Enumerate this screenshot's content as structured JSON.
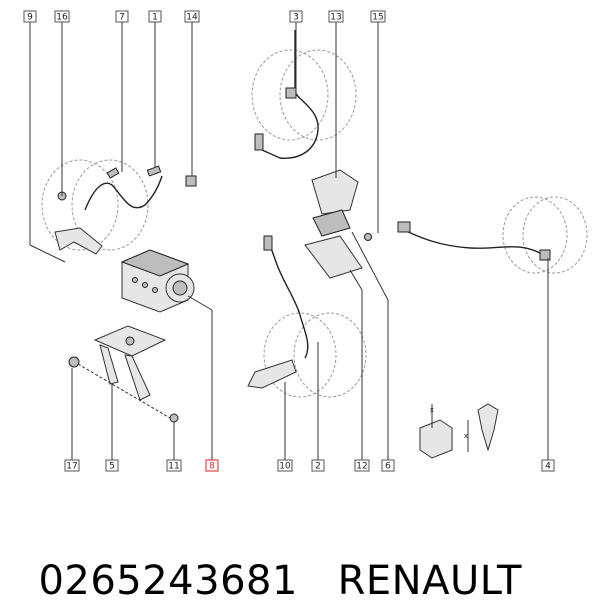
{
  "callouts": [
    "9",
    "16",
    "7",
    "1",
    "14",
    "3",
    "13",
    "15",
    "17",
    "5",
    "11",
    "8",
    "10",
    "2",
    "12",
    "6",
    "4"
  ],
  "highlight_color": "#e0252b",
  "caption": {
    "part_number": "0265243681",
    "brand": "RENAULT"
  }
}
